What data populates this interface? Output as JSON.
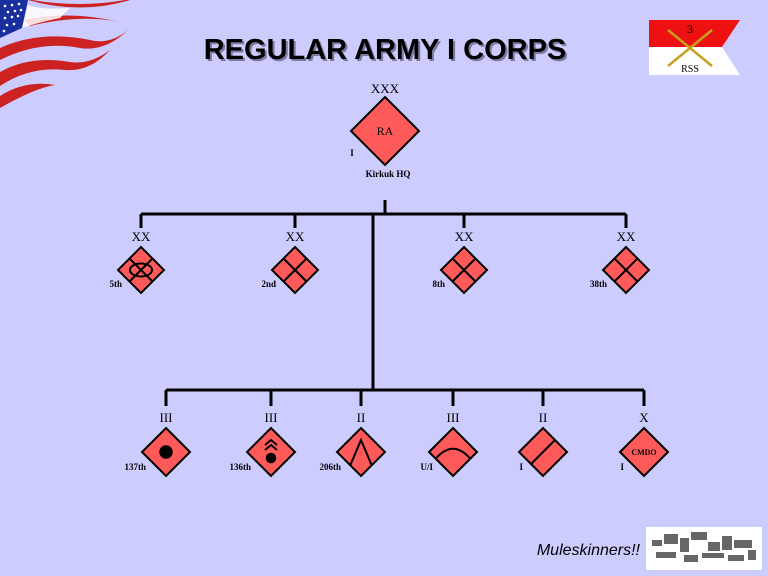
{
  "title": "REGULAR ARMY I CORPS",
  "slogan": "Muleskinners!!",
  "guidon": {
    "number": "3",
    "letters": "RSS"
  },
  "colors": {
    "unit_fill": "#ff5a5a",
    "line": "#000000",
    "background": "#ccccff"
  },
  "hq": {
    "echelon": "XXX",
    "label": "RA",
    "company": "I",
    "location": "Kirkuk HQ",
    "symbol": "text"
  },
  "divisions": [
    {
      "echelon": "XX",
      "label": "5th",
      "symbol": "armor-infantry-icon"
    },
    {
      "echelon": "XX",
      "label": "2nd",
      "symbol": "cross-quarters-icon"
    },
    {
      "echelon": "XX",
      "label": "8th",
      "symbol": "cross-quarters-icon"
    },
    {
      "echelon": "XX",
      "label": "38th",
      "symbol": "cross-quarters-icon"
    }
  ],
  "brigades": [
    {
      "echelon": "III",
      "label": "137th",
      "symbol": "dot-icon"
    },
    {
      "echelon": "III",
      "label": "136th",
      "symbol": "chevrons-dot-icon"
    },
    {
      "echelon": "II",
      "label": "206th",
      "symbol": "inverted-v-icon"
    },
    {
      "echelon": "III",
      "label": "U/I",
      "symbol": "arc-icon"
    },
    {
      "echelon": "II",
      "label": "I",
      "symbol": "diagonal-icon"
    },
    {
      "echelon": "X",
      "label": "I",
      "symbol": "text",
      "text": "CMDO"
    }
  ]
}
